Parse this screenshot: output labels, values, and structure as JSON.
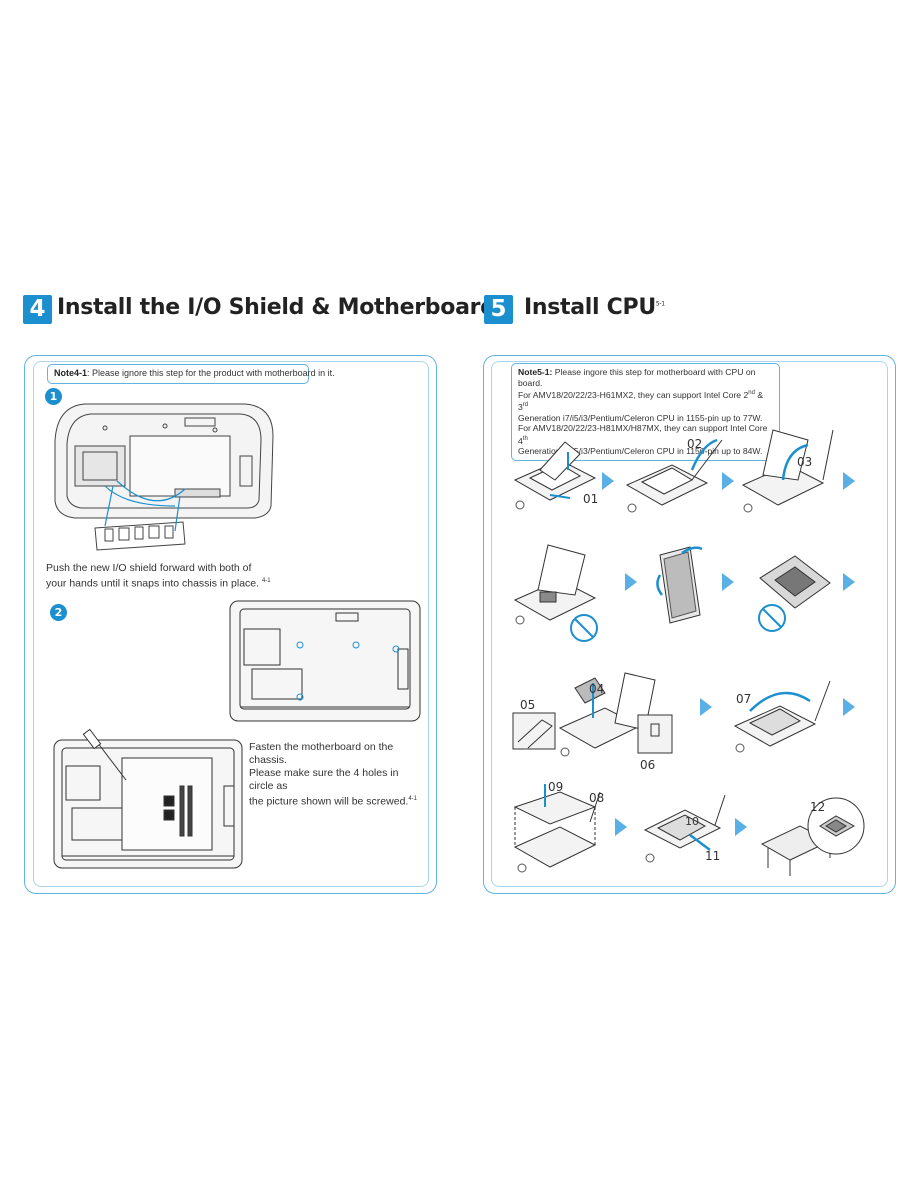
{
  "step4": {
    "number": "4",
    "title": "Install the I/O Shield & Motherboard",
    "note_label": "Note4-1",
    "note_text": ": Please ignore this step for the product with motherboard in it.",
    "substep1_num": "1",
    "substep2_num": "2",
    "caption1_line1": "Push the new I/O shield forward with both of",
    "caption1_line2": "your hands until it snaps into chassis in place.",
    "caption1_ref": "4-1",
    "caption2_line1": "Fasten the motherboard on the chassis.",
    "caption2_line2": "Please make sure the 4 holes in circle as",
    "caption2_line3": "the picture shown will be screwed.",
    "caption2_ref": "4-1"
  },
  "step5": {
    "number": "5",
    "title": "Install CPU",
    "title_ref": "5-1",
    "note_label": "Note5-1:",
    "note_line1": " Please ingore this step for motherboard with CPU on board.",
    "note_line2": "For AMV18/20/22/23-H61MX2, they can support Intel Core 2",
    "note_line2_sup1": "nd",
    "note_line2_mid": " & 3",
    "note_line2_sup2": "rd",
    "note_line3": "Generation i7/i5/i3/Pentium/Celeron CPU in 1155-pin up to 77W.",
    "note_line4": "For AMV18/20/22/23-H81MX/H87MX, they can support Intel Core 4",
    "note_line4_sup": "th",
    "note_line5": "Generation i7/i5/i3/Pentium/Celeron CPU in 1150-pin up to 84W.",
    "labels": {
      "l01": "01",
      "l02": "02",
      "l03": "03",
      "l04": "04",
      "l05": "05",
      "l06": "06",
      "l07": "07",
      "l08": "08",
      "l09": "09",
      "l10": "10",
      "l11": "11",
      "l12": "12"
    }
  },
  "colors": {
    "accent": "#1c8fcf",
    "arrow": "#5ab0e4",
    "border": "#5fb4e3"
  }
}
